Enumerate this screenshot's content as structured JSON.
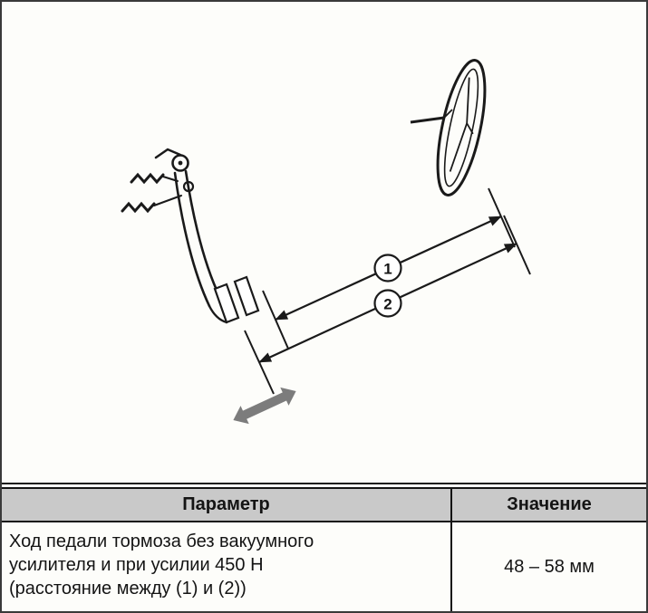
{
  "diagram": {
    "description": "brake-pedal-free-travel-measurement-drawing",
    "callouts": [
      {
        "label": "1"
      },
      {
        "label": "2"
      }
    ]
  },
  "table": {
    "headers": [
      {
        "label": "Параметр"
      },
      {
        "label": "Значение"
      }
    ],
    "row": {
      "parameter": "Ход педали тормоза без вакуумного\nусилителя и при усилии 450 Н\n(расстояние между (1) и (2))",
      "value": "48 – 58 мм"
    }
  },
  "colors": {
    "header_bg": "#c9c9c9",
    "line": "#1a1a1a",
    "travel_arrow": "#7c7c7c"
  }
}
